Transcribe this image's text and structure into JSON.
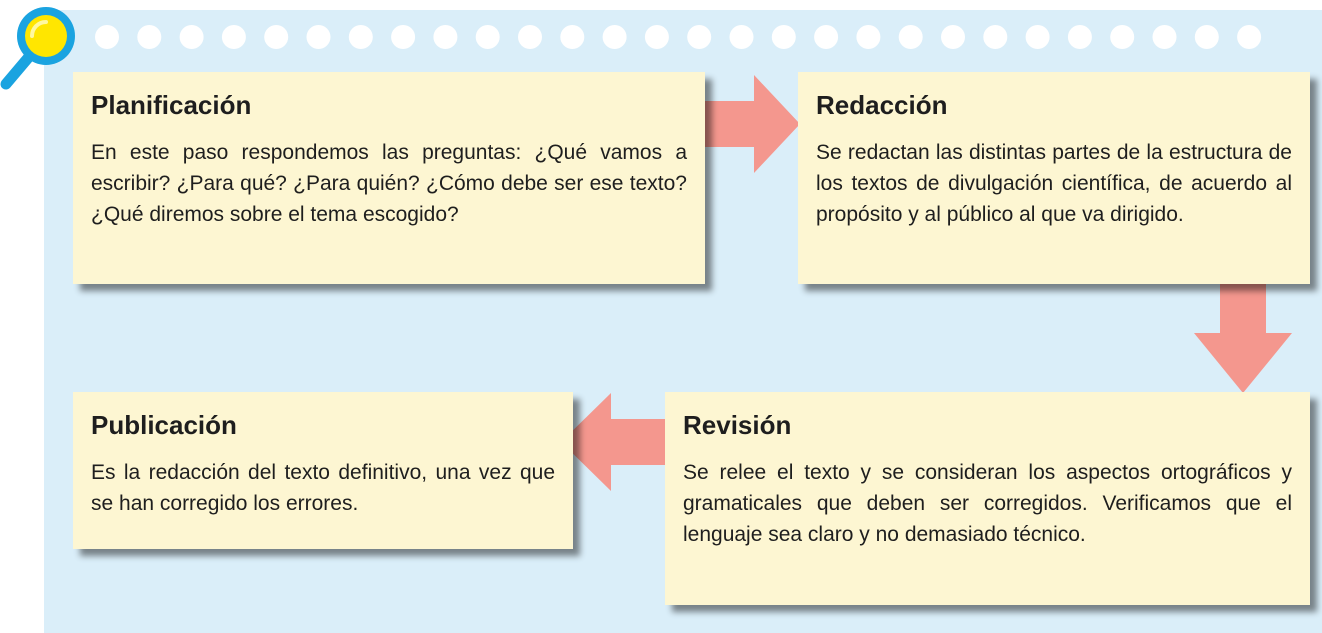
{
  "colors": {
    "panel": "#daeef9",
    "card": "#fdf6d2",
    "arrow": "#f4978e",
    "hole": "#ffffff",
    "magnifier_ring": "#1aa3e0",
    "magnifier_lens": "#ffe600"
  },
  "decor": {
    "icon": "magnifier-icon",
    "holes": "binder-holes"
  },
  "steps": {
    "planificacion": {
      "title": "Planificación",
      "text": "En este paso respondemos las preguntas: ¿Qué vamos a escribir? ¿Para qué? ¿Para quién? ¿Cómo debe ser ese texto? ¿Qué diremos sobre el tema escogido?"
    },
    "redaccion": {
      "title": "Redacción",
      "text": "Se redactan las distintas partes de la estructura de los textos de divulgación científica, de acuerdo al propósito y al público al que va dirigido."
    },
    "revision": {
      "title": "Revisión",
      "text": "Se relee el texto y se consideran los aspectos ortográficos y gramaticales que deben ser corregidos. Verificamos que el lenguaje sea claro y no demasiado técnico."
    },
    "publicacion": {
      "title": "Publicación",
      "text": "Es la redacción del texto definitivo, una vez que se han corregido los errores."
    }
  },
  "arrows": [
    "right",
    "down",
    "left"
  ]
}
